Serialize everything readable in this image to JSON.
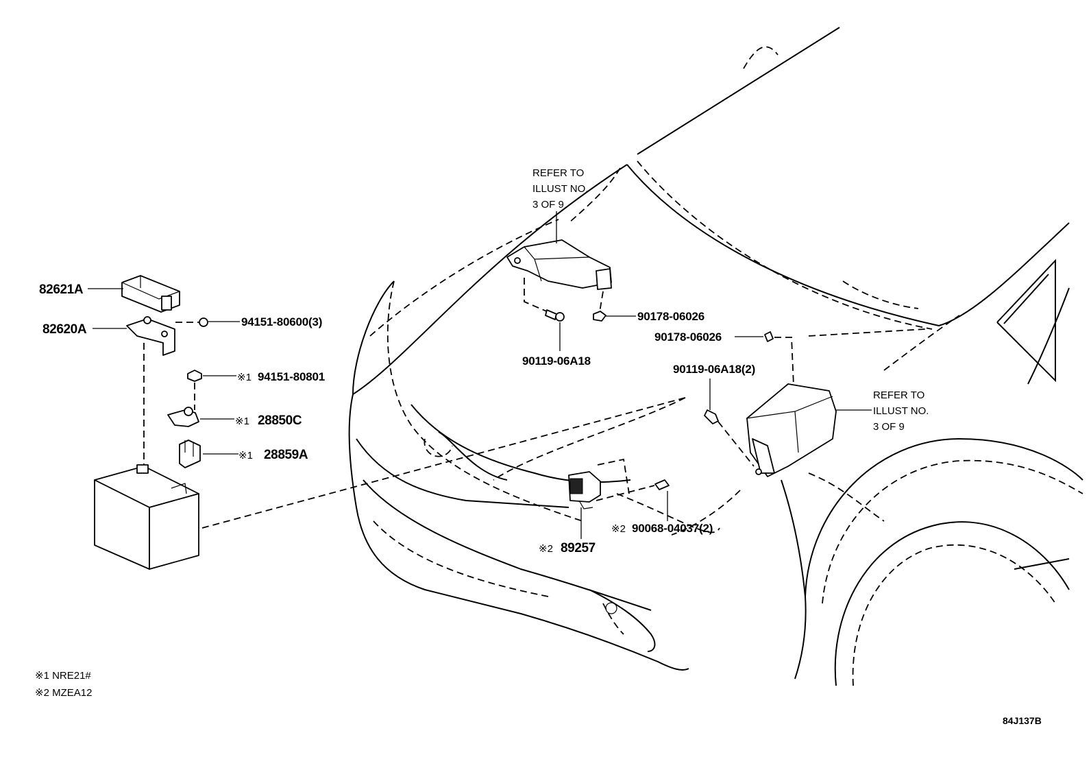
{
  "labels": {
    "p82621A": "82621A",
    "p82620A": "82620A",
    "p94151_80600": "94151-80600(3)",
    "p94151_80801_mark": "※1",
    "p94151_80801": "94151-80801",
    "p28850C_mark": "※1",
    "p28850C": "28850C",
    "p28859A_mark": "※1",
    "p28859A": "28859A",
    "refer1_line1": "REFER TO",
    "refer1_line2": "ILLUST NO.",
    "refer1_line3": "3 OF 9",
    "p90178_06026_a": "90178-06026",
    "p90119_06A18_a": "90119-06A18",
    "p90178_06026_b": "90178-06026",
    "p90119_06A18_b": "90119-06A18(2)",
    "refer2_line1": "REFER TO",
    "refer2_line2": "ILLUST NO.",
    "refer2_line3": "3 OF 9",
    "p90068_mark": "※2",
    "p90068_04037": "90068-04037(2)",
    "p89257_mark": "※2",
    "p89257": "89257"
  },
  "legend": {
    "note1": "※1 NRE21#",
    "note2": "※2 MZEA12"
  },
  "diagram_code": "84J137B"
}
